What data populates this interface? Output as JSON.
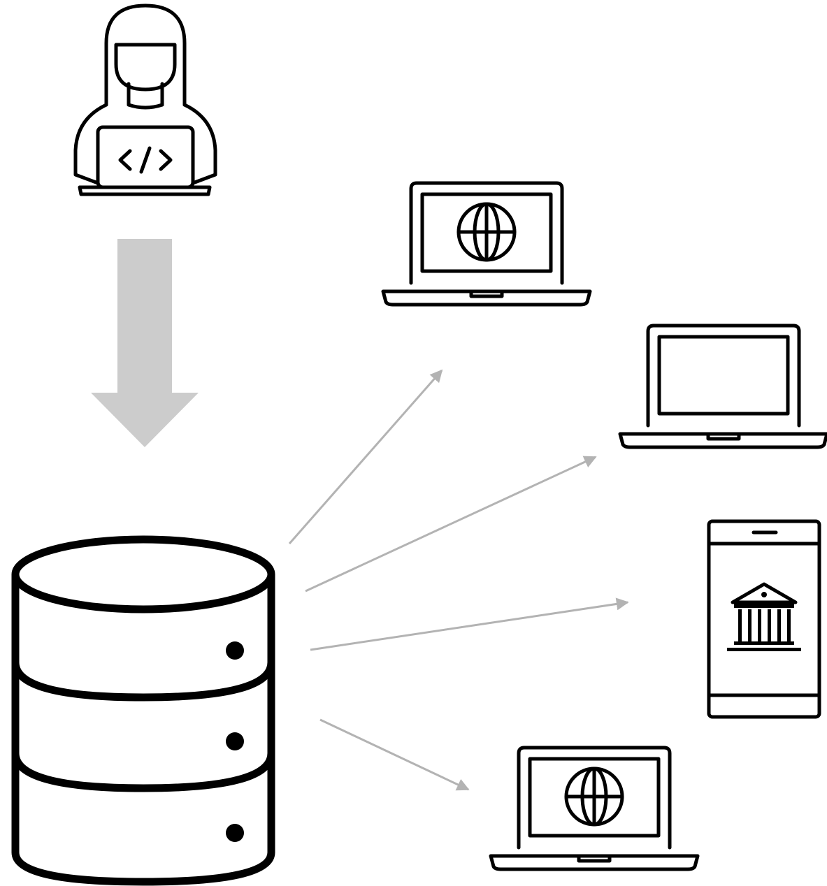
{
  "diagram": {
    "nodes": [
      {
        "id": "developer",
        "icon": "developer-coding-icon"
      },
      {
        "id": "database",
        "icon": "database-icon"
      },
      {
        "id": "client-web-1",
        "icon": "laptop-globe-icon"
      },
      {
        "id": "client-laptop",
        "icon": "laptop-icon"
      },
      {
        "id": "client-bank-app",
        "icon": "smartphone-bank-icon"
      },
      {
        "id": "client-web-2",
        "icon": "laptop-globe-icon"
      }
    ],
    "edges": [
      {
        "from": "developer",
        "to": "database",
        "style": "block-arrow"
      },
      {
        "from": "database",
        "to": "client-web-1",
        "style": "thin-arrow"
      },
      {
        "from": "database",
        "to": "client-laptop",
        "style": "thin-arrow"
      },
      {
        "from": "database",
        "to": "client-bank-app",
        "style": "thin-arrow"
      },
      {
        "from": "database",
        "to": "client-web-2",
        "style": "thin-arrow"
      }
    ],
    "colors": {
      "line": "#000000",
      "arrow": "#b3b3b3",
      "block_arrow": "#cccccc",
      "background": "#ffffff"
    }
  }
}
